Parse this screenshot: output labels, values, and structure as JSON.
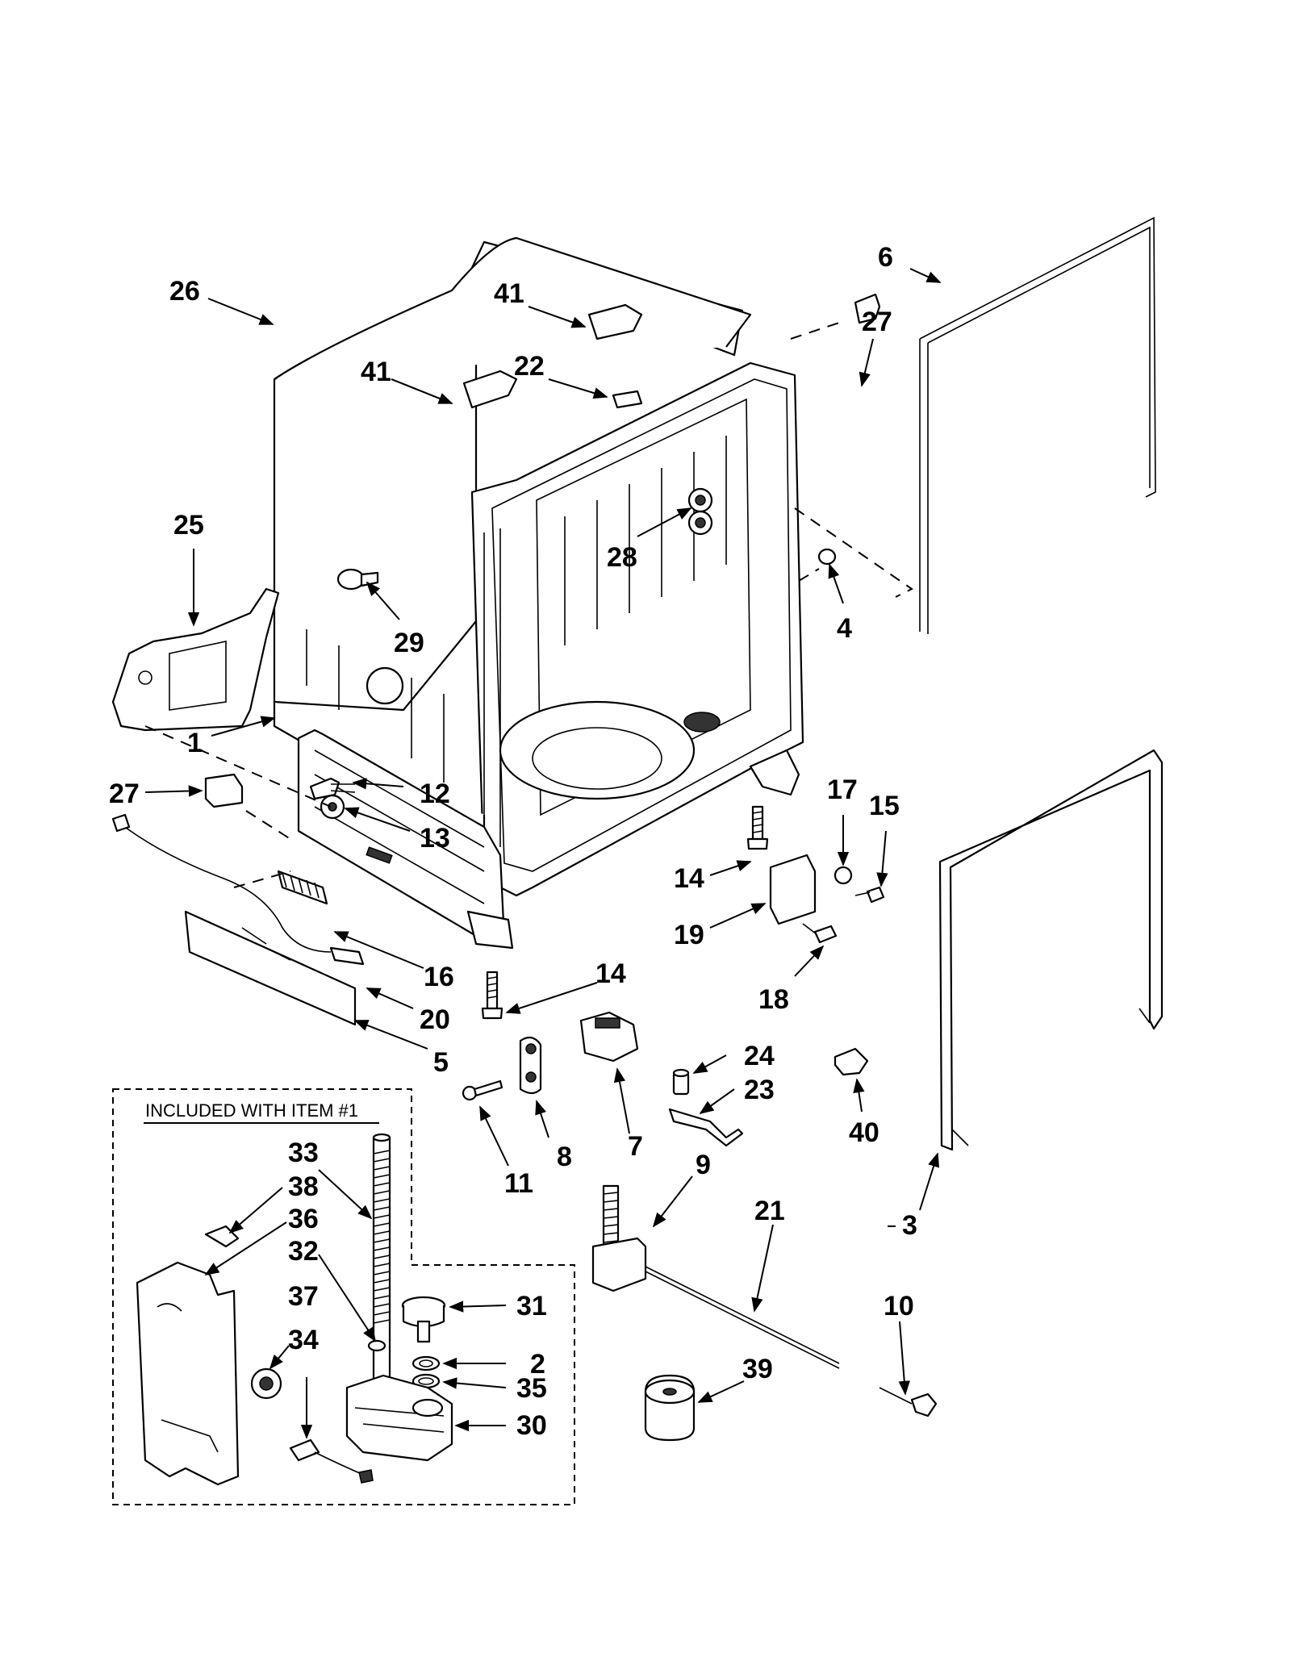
{
  "inset": {
    "label": "INCLUDED WITH ITEM #1"
  },
  "callouts": {
    "c1": "1",
    "c2": "2",
    "c3": "3",
    "c4": "4",
    "c5": "5",
    "c6": "6",
    "c7": "7",
    "c8": "8",
    "c9": "9",
    "c10": "10",
    "c11": "11",
    "c12": "12",
    "c13": "13",
    "c14a": "14",
    "c14b": "14",
    "c15": "15",
    "c16": "16",
    "c17": "17",
    "c18": "18",
    "c19": "19",
    "c20": "20",
    "c21": "21",
    "c22": "22",
    "c23": "23",
    "c24": "24",
    "c25": "25",
    "c26": "26",
    "c27a": "27",
    "c27b": "27",
    "c28": "28",
    "c29": "29",
    "c30": "30",
    "c31": "31",
    "c32": "32",
    "c33": "33",
    "c34": "34",
    "c35": "35",
    "c36": "36",
    "c37": "37",
    "c38": "38",
    "c39": "39",
    "c40": "40",
    "c41a": "41",
    "c41b": "41"
  }
}
